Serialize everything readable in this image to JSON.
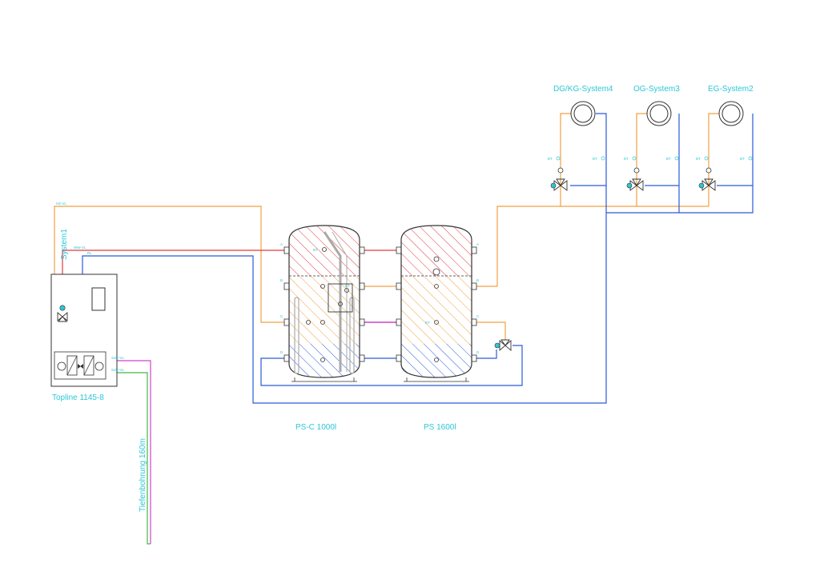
{
  "colors": {
    "hot": "#e23b3b",
    "warm": "#f0a040",
    "cold": "#2a5bd8",
    "brine_supply": "#cc44cc",
    "brine_return": "#44b844",
    "label": "#2bc7d6",
    "outline": "#333333",
    "gray_pipe": "#aaaaaa"
  },
  "heat_pump": {
    "label": "Topline 1145-8",
    "system_label": "System1"
  },
  "storage": [
    {
      "label": "PS-C 1000l"
    },
    {
      "label": "PS 1600l"
    }
  ],
  "heating_circuits": [
    {
      "label": "DG/KG-System4"
    },
    {
      "label": "OG-System3"
    },
    {
      "label": "EG-System2"
    }
  ],
  "borehole_label": "Tiefenbohrung 160m",
  "pipe_labels": {
    "hz_vl": "HZ-VL",
    "ww_vl": "WW-VL",
    "rl": "RL",
    "sole_vl_1": "Sole-VL",
    "sole_vl_2": "Sole-VL"
  },
  "tank_port_labels": {
    "left": [
      "A",
      "B",
      "C",
      "D"
    ],
    "right": [
      "A",
      "B",
      "C",
      "D"
    ]
  },
  "sensor_labels": {
    "bt": "BT",
    "tank1_top": "BT",
    "tank1_mid": "BT",
    "tank2_mid": "BT"
  }
}
